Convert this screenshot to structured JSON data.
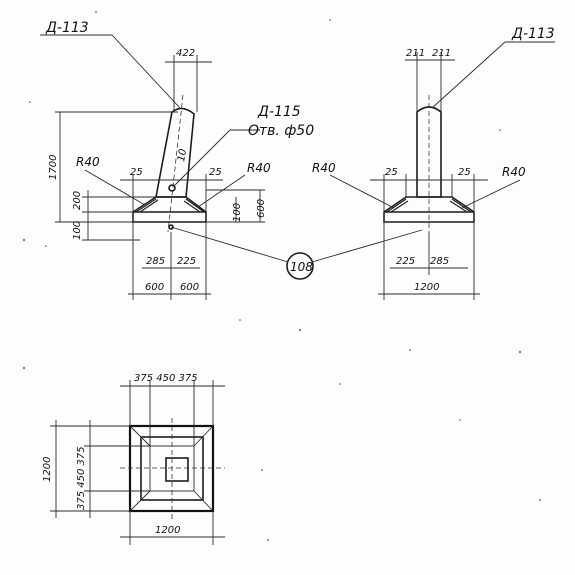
{
  "callouts": {
    "d113_left": "Д-113",
    "d113_right": "Д-113",
    "d115": "Д-115",
    "hole": "Отв. ф50",
    "mark_108": "108"
  },
  "radius": {
    "r40_a": "R40",
    "r40_b": "R40",
    "r40_c": "R40",
    "r40_d": "R40"
  },
  "dims": {
    "d422": "422",
    "d1700": "1700",
    "d10": "10",
    "d25_a": "25",
    "d25_b": "25",
    "d25_c": "25",
    "d25_d": "25",
    "d200": "200",
    "d100_left": "100",
    "d100_mid": "100",
    "d600_v": "600",
    "d285_a": "285",
    "d225_a": "225",
    "d600_l": "600",
    "d600_r": "600",
    "d211_a": "211",
    "d211_b": "211",
    "d225_b": "225",
    "d285_b": "285",
    "d1200_side": "1200",
    "plan_top": "375 450 375",
    "plan_left_v": "375 450 375",
    "plan_1200_v": "1200",
    "plan_1200_h": "1200"
  }
}
